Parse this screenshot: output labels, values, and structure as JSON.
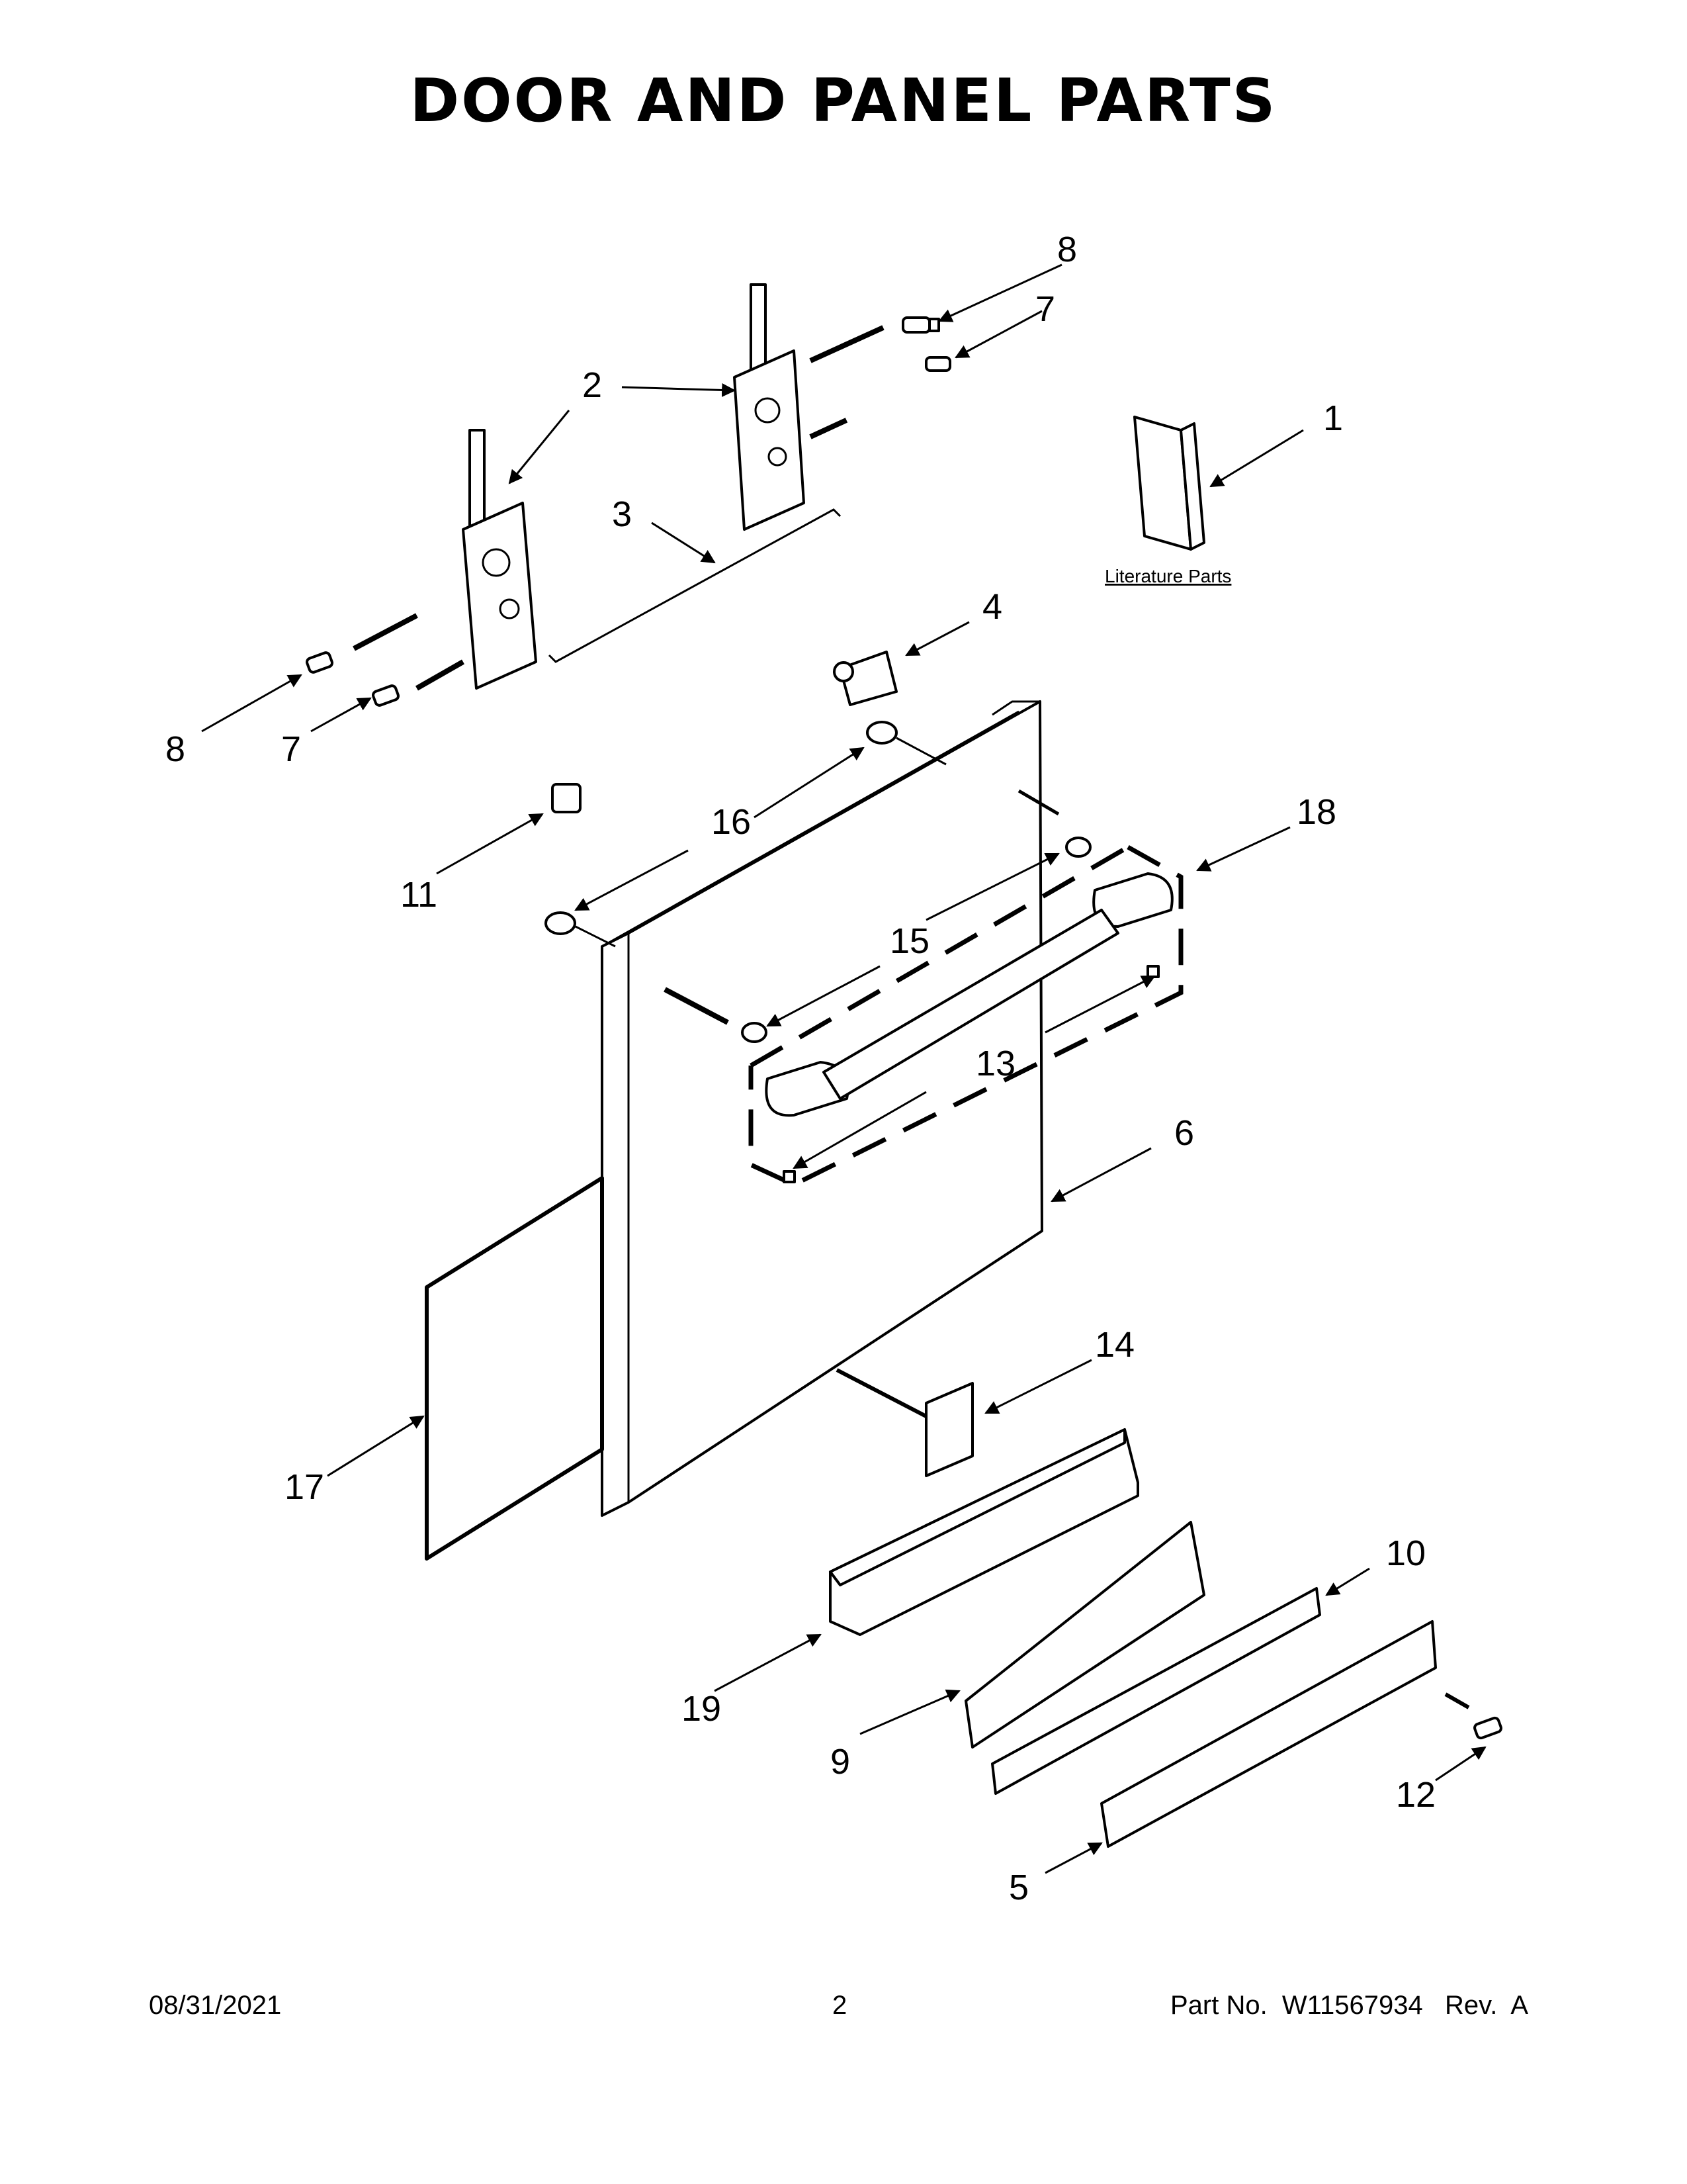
{
  "title": "DOOR AND PANEL PARTS",
  "literature_label": "Literature Parts",
  "callouts": {
    "c1": "1",
    "c2": "2",
    "c3": "3",
    "c4": "4",
    "c5": "5",
    "c6": "6",
    "c7a": "7",
    "c7b": "7",
    "c8a": "8",
    "c8b": "8",
    "c9": "9",
    "c10": "10",
    "c11": "11",
    "c12": "12",
    "c13": "13",
    "c14": "14",
    "c15": "15",
    "c16": "16",
    "c17": "17",
    "c18": "18",
    "c19": "19"
  },
  "footer": {
    "date": "08/31/2021",
    "page": "2",
    "part": "Part No.  W11567934   Rev.  A"
  }
}
